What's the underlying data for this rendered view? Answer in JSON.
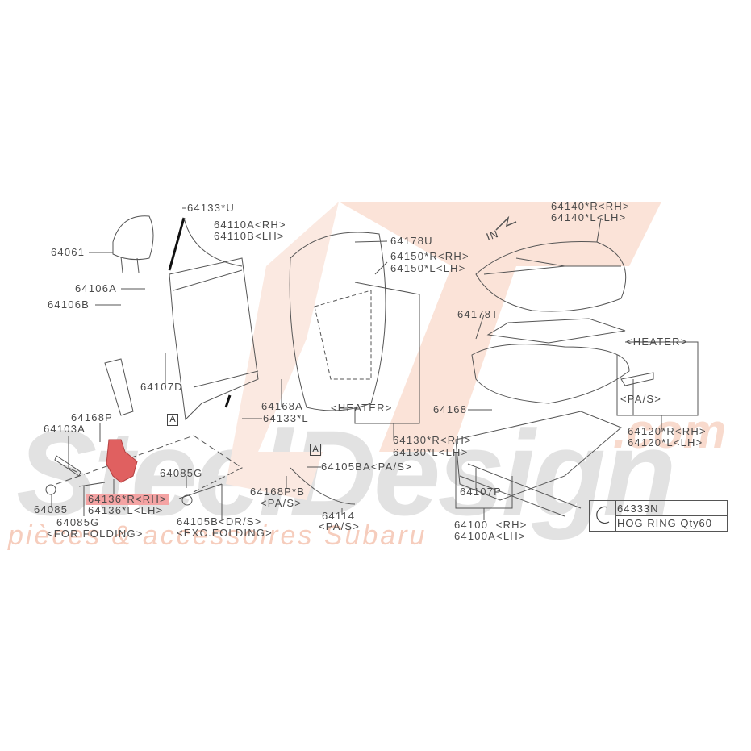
{
  "watermark": {
    "brand": "SteelDesign",
    "tagline": "pièces & accessoires Subaru",
    "suffix": ".com",
    "color_main": "#d9d9d9",
    "color_accent": "#f6c9b8"
  },
  "labels": {
    "p64133U": "64133*U",
    "p64110A": "64110A<RH>",
    "p64110B": "64110B<LH>",
    "p64061": "64061",
    "p64106A": "64106A",
    "p64106B": "64106B",
    "p64107D": "64107D",
    "p64168P": "64168P",
    "p64103A": "64103A",
    "p64168A": "64168A",
    "p64133L": "64133*L",
    "refA": "A",
    "p64085G_top": "64085G",
    "p64085": "64085",
    "p64085G": "64085G",
    "for_folding": "<FOR FOLDING>",
    "p64136R": "64136*R<RH>",
    "p64136L": "64136*L<LH>",
    "p64105B": "64105B<DR/S>",
    "exc_folding": "<EXC.FOLDING>",
    "p64105BA": "64105BA<PA/S>",
    "p64168PB": "64168P*B",
    "pas1": "<PA/S>",
    "p64114": "64114",
    "pas2": "<PA/S>",
    "p64178U": "64178U",
    "p64150R": "64150*R<RH>",
    "p64150L": "64150*L<LH>",
    "heater1": "<HEATER>",
    "p64130R": "64130*R<RH>",
    "p64130L": "64130*L<LH>",
    "p64140R": "64140*R<RH>",
    "p64140L": "64140*L<LH>",
    "in_arrow": "IN",
    "p64178T": "64178T",
    "heater2": "<HEATER>",
    "pas3": "<PA/S>",
    "p64120R": "64120*R<RH>",
    "p64120L": "64120*L<LH>",
    "p64168": "64168",
    "p64107P": "64107P",
    "p64100": "64100  <RH>",
    "p64100A": "64100A<LH>"
  },
  "legend": {
    "part": "64333N",
    "description": "HOG RING Qty60"
  },
  "colors": {
    "line": "#555555",
    "highlight": "#f4a3a3",
    "part_highlight": "#e06060"
  }
}
